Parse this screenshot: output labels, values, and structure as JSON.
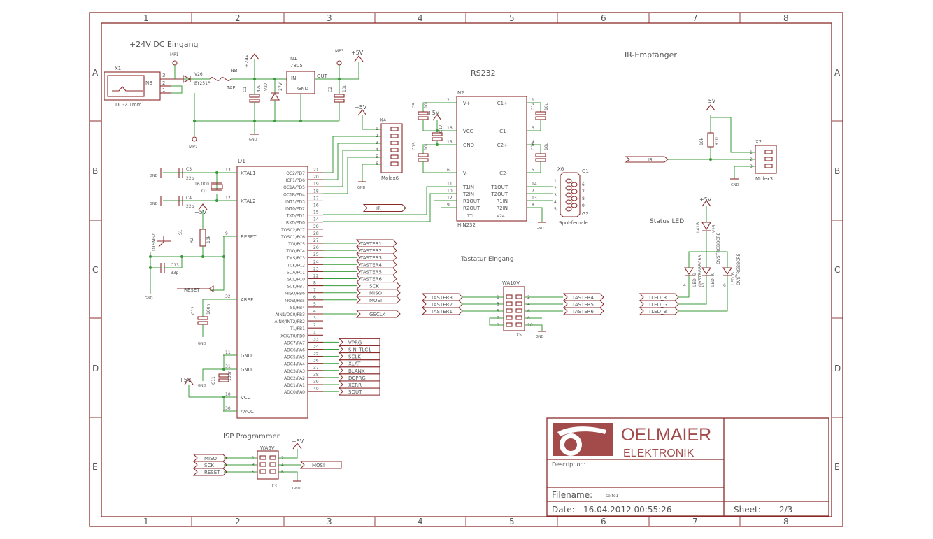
{
  "frame": {
    "columns": [
      "1",
      "2",
      "3",
      "4",
      "5",
      "6",
      "7",
      "8"
    ],
    "rows": [
      "A",
      "B",
      "C",
      "D",
      "E"
    ]
  },
  "sections": {
    "power": "+24V DC Eingang",
    "rs232": "RS232",
    "ir": "IR-Empfänger",
    "status_led": "Status LED",
    "keyboard": "Tastatur Eingang",
    "isp": "ISP Programmer"
  },
  "power": {
    "x1": "X1",
    "x1_value": "DC-2.1mm",
    "mp1": "MP1",
    "mp2": "MP2",
    "mp3": "MP3",
    "v26": "V26",
    "v26_value": "BY251P",
    "fuse": "_NB",
    "fuse_value": "TAF",
    "c1": "C1",
    "c1_value": "47u",
    "v27": "V27",
    "v27_value": "27V",
    "n1": "N1",
    "n1_value": "7805",
    "n1_in": "IN",
    "n1_out": "OUT",
    "n1_gnd": "GND",
    "c2": "C2",
    "c2_value": "10u",
    "plus24": "+24V",
    "plus5": "+5V",
    "gnd": "GND",
    "nb": "NB",
    "pins": [
      "3",
      "2",
      "1"
    ]
  },
  "rs232": {
    "n2": "N2",
    "n2_value": "HIN232",
    "n2_type": "TTL",
    "n2_v24": "V24",
    "left_pins": [
      "V+",
      "VCC",
      "GND",
      "V-",
      "T1IN",
      "T2IN",
      "R1OUT",
      "R2OUT"
    ],
    "left_nums": [
      "2",
      "16",
      "15",
      "6",
      "11",
      "10",
      "12",
      "9"
    ],
    "right_pins": [
      "C1+",
      "C1-",
      "C2+",
      "C2-",
      "T1OUT",
      "T2OUT",
      "R1IN",
      "R2IN"
    ],
    "right_nums": [
      "1",
      "3",
      "4",
      "5",
      "14",
      "7",
      "13",
      "8"
    ],
    "c5": "C5",
    "c14": "C14",
    "c15": "C15",
    "c16": "C16",
    "c17": "C17",
    "cap_value": "10u",
    "x6": "X6",
    "x6_value": "9pol-female",
    "g1": "G1",
    "g2": "G2",
    "x6_pins": [
      "1",
      "2",
      "3",
      "4",
      "5"
    ],
    "x6_pins_b": [
      "6",
      "7",
      "8",
      "9"
    ]
  },
  "ir": {
    "r10": "R10",
    "r10_value": "10k",
    "x2": "X2",
    "x2_value": "Molex3",
    "pins": [
      "1",
      "2",
      "3"
    ],
    "net": "IR"
  },
  "x4": {
    "name": "X4",
    "value": "Molex6",
    "pins": [
      "1",
      "2",
      "3",
      "4",
      "5",
      "6"
    ]
  },
  "mcu": {
    "name": "D1",
    "left_pins": [
      "XTAL1",
      "XTAL2",
      "RESET",
      "AREF",
      "GND",
      "GND",
      "VCC",
      "AVCC"
    ],
    "left_nums": [
      "13",
      "12",
      "9",
      "32",
      "11",
      "31",
      "10",
      "30"
    ],
    "right_pins": [
      "OC2/PD7",
      "ICP1/PD6",
      "OC1A/PD5",
      "OC1B/PD4",
      "INT1/PD3",
      "INT0/PD2",
      "TXD/PD1",
      "RXD/PD0",
      "TOSC2/PC7",
      "TOSC1/PC6",
      "TDI/PC5",
      "TDO/PC4",
      "TMS/PC3",
      "TCK/PC2",
      "SDA/PC1",
      "SCL/PC0",
      "SCK/PB7",
      "MISO/PB6",
      "MOSI/PB5",
      "SS/PB4",
      "AIN1/OC0/PB3",
      "AIN0/INT2/PB2",
      "T1/PB1",
      "XCK/T0/PB0",
      "ADC7/PA7",
      "ADC6/PA6",
      "ADC5/PA5",
      "ADC4/PA4",
      "ADC3/PA3",
      "ADC2/PA2",
      "ADC1/PA1",
      "ADC0/PA0"
    ],
    "right_nums": [
      "21",
      "20",
      "19",
      "18",
      "17",
      "16",
      "15",
      "14",
      "29",
      "28",
      "27",
      "26",
      "25",
      "24",
      "23",
      "22",
      "8",
      "7",
      "6",
      "5",
      "4",
      "3",
      "2",
      "1",
      "33",
      "34",
      "35",
      "36",
      "37",
      "38",
      "39",
      "40"
    ],
    "net_labels_c": [
      "TASTER1",
      "TASTER2",
      "TASTER3",
      "TASTER4",
      "TASTER5",
      "TASTER6"
    ],
    "net_labels_b": [
      "SCK",
      "MISO",
      "MOSI",
      "",
      "GSCLK"
    ],
    "net_labels_a": [
      "VPRG",
      "SIN_TLC1",
      "SCLK",
      "XLAT",
      "BLANK",
      "DCPRG",
      "XERR",
      "SOUT"
    ],
    "ir_net": "IR"
  },
  "osc": {
    "c3": "C3",
    "c4": "C4",
    "cap_value": "22p",
    "q1": "Q1",
    "q1_value": "16.000"
  },
  "reset": {
    "s1": "S1",
    "s1_value": "DTSM62",
    "r2": "R2",
    "r2_value": "10k",
    "c13": "C13",
    "c13_value": "33p",
    "c12": "C12",
    "c12_value": "100n",
    "c11": "C11",
    "c11_value": "100n",
    "net": "RESET"
  },
  "keyboard": {
    "x5": "X5",
    "x5_value": "WA10V",
    "left_nums": [
      "1",
      "3",
      "5",
      "7",
      "9"
    ],
    "right_nums": [
      "2",
      "4",
      "6",
      "8",
      "10"
    ],
    "left_labels": [
      "TASTER3",
      "TASTER2",
      "TASTER1"
    ],
    "right_labels": [
      "TASTER4",
      "TASTER5",
      "TASTER6"
    ]
  },
  "status": {
    "v25": "V25",
    "v25_value": "L41B",
    "led_names": [
      "LED_G",
      "LED_R",
      "LED_B"
    ],
    "led_values": [
      "OVSTRGBBCR8",
      "OVSTRGBBCR8",
      "OVSTRGBBCR8"
    ],
    "labels": [
      "TLED_R",
      "TLED_G",
      "TLED_B"
    ],
    "pins": [
      "4",
      "5",
      "6"
    ]
  },
  "isp": {
    "x3": "X3",
    "x3_value": "WA6V",
    "left_labels": [
      "MISO",
      "SCK",
      "RESET"
    ],
    "left_nums": [
      "1",
      "3",
      "5"
    ],
    "right_nums": [
      "2",
      "4",
      "6"
    ],
    "right_label": "MOSI"
  },
  "titleblock": {
    "company_line1": "OELMAIER",
    "company_line2": "ELEKTRONIK",
    "description_label": "Description:",
    "filename_label": "Filename:",
    "filename_value": "seite1",
    "date_label": "Date:",
    "date_value": "16.04.2012 00:55:26",
    "sheet_label": "Sheet:",
    "sheet_value": "2/3"
  },
  "colors": {
    "frame": "#8c2b2b",
    "wire": "#3a9a3a",
    "logo": "#a34a4a"
  }
}
